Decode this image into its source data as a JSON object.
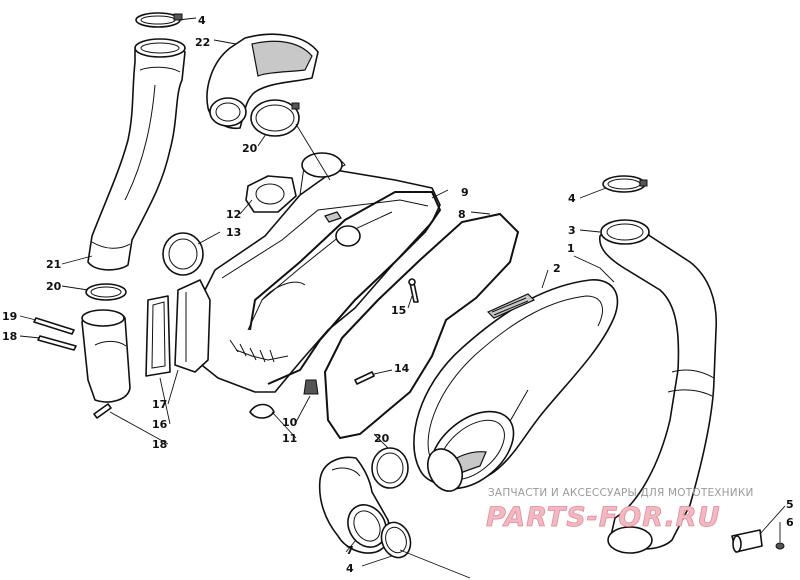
{
  "diagram": {
    "callouts": [
      "4",
      "22",
      "20",
      "9",
      "8",
      "12",
      "13",
      "4",
      "3",
      "1",
      "21",
      "20",
      "2",
      "19",
      "18",
      "15",
      "14",
      "17",
      "16",
      "18",
      "10",
      "11",
      "20",
      "7",
      "4",
      "5",
      "6"
    ]
  },
  "watermark": {
    "line": "ЗАПЧАСТИ И АКСЕССУАРЫ ДЛЯ МОТОТЕХНИКИ",
    "logo": "PARTS-FOR.RU"
  }
}
